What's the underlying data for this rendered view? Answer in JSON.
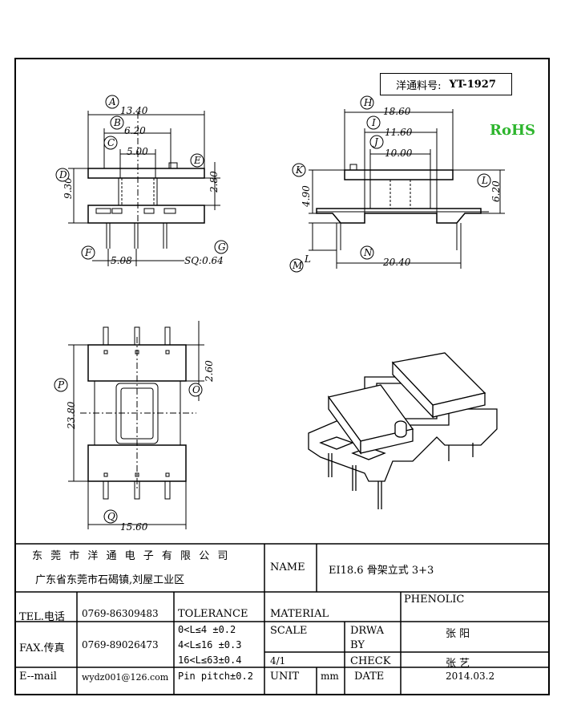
{
  "part_label": "洋通料号:",
  "part_no": "YT-1927",
  "rohs": "RoHS",
  "rohs_color": "#2db52d",
  "dims": {
    "A": "A",
    "A_val": "13.40",
    "B": "B",
    "B_val": "6.20",
    "C": "C",
    "C_val": "5.00",
    "D": "D",
    "D_val": "9.30",
    "E": "E",
    "E_val": "2.80",
    "F": "F",
    "F_val": "5.08",
    "G": "G",
    "G_val": "SQ:0.64",
    "H": "H",
    "H_val": "18.60",
    "I": "I",
    "I_val": "11.60",
    "J": "J",
    "J_val": "10.00",
    "K": "K",
    "L": "L",
    "L_val": "6.20",
    "M": "M",
    "M_sub": "L",
    "M_val": "4.90",
    "N": "N",
    "N_val": "20.40",
    "O": "O",
    "O_val": "2.60",
    "P": "P",
    "P_val": "23.80",
    "Q": "Q",
    "Q_val": "15.60"
  },
  "title_block": {
    "company": "东 莞 市 洋 通 电 子 有 限 公 司",
    "address": "广东省东莞市石碣镇,刘屋工业区",
    "name_label": "NAME",
    "name_value": "EI18.6 骨架立式 3+3",
    "tel_label": "TEL.电话",
    "tel_value": "0769-86309483",
    "fax_label": "FAX.传真",
    "fax_value": "0769-89026473",
    "email_label": "E--mail",
    "email_value": "wydz001@126.com",
    "tolerance_label": "TOLERANCE",
    "tol1": "0<L≤4   ±0.2",
    "tol2": "4<L≤16  ±0.3",
    "tol3": "16<L≤63±0.4",
    "pin_pitch": "Pin pitch±0.2",
    "material_label": "MATERIAL",
    "material_value": "PHENOLIC",
    "scale_label": "SCALE",
    "scale_value": "4/1",
    "drwa_label": "DRWA",
    "by_label": "BY",
    "drwa_value": "张 阳",
    "check_label": "CHECK",
    "check_value": "张 艺",
    "unit_label": "UNIT",
    "unit_value": "mm",
    "date_label": "DATE",
    "date_value": "2014.03.2"
  }
}
